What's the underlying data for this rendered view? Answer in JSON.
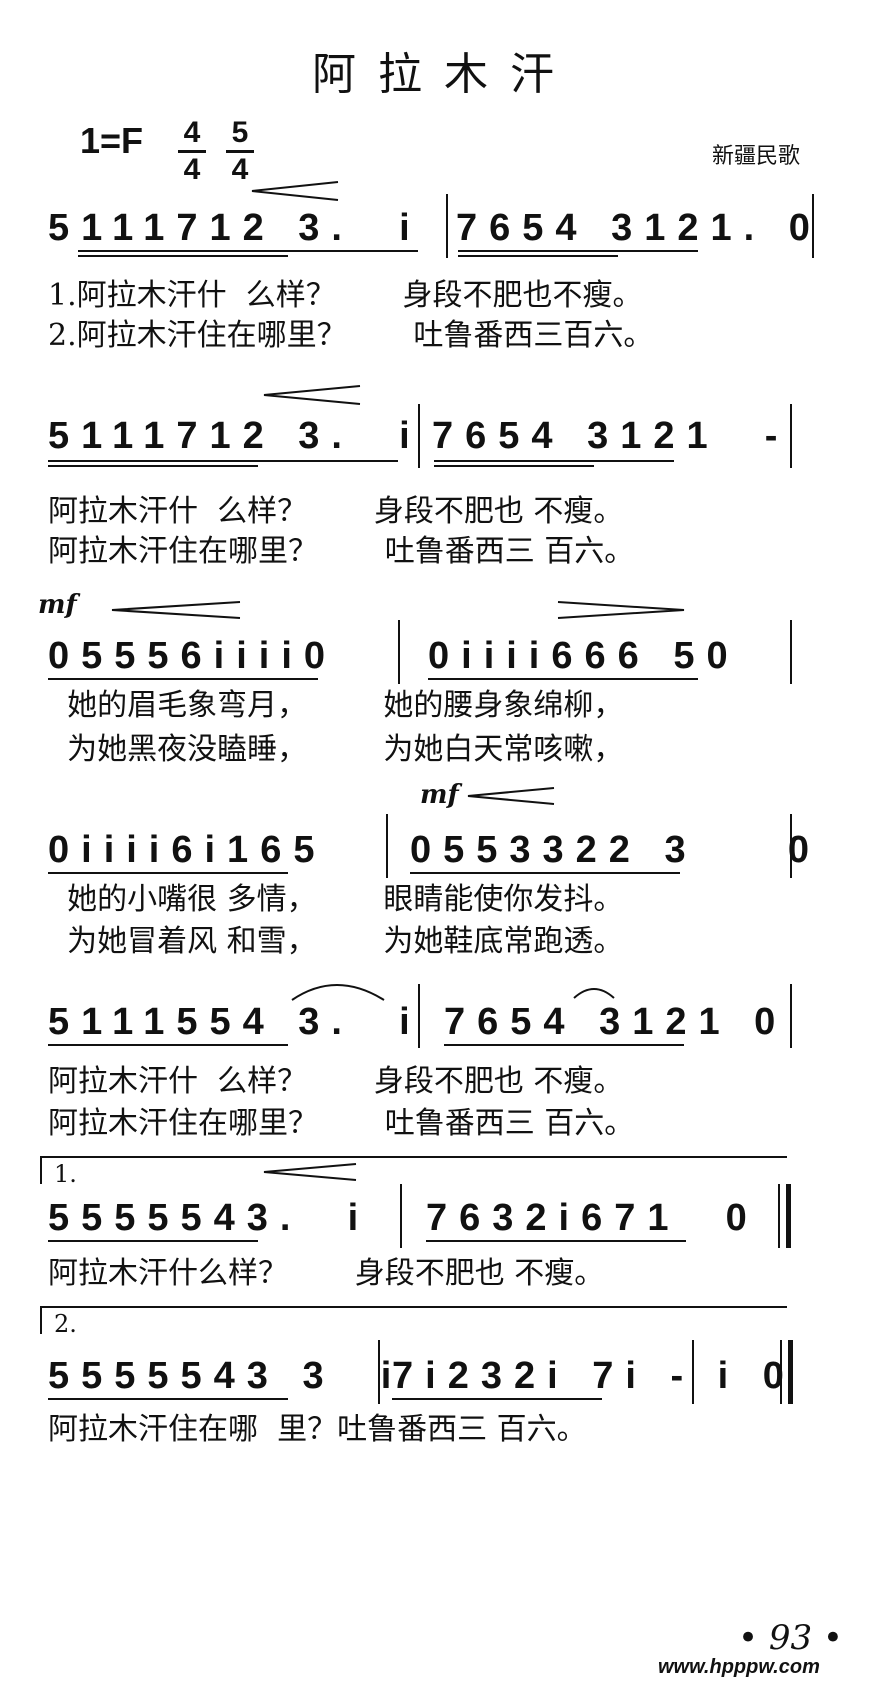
{
  "title": "阿拉木汗",
  "key": "1=F",
  "time_signatures": [
    {
      "top": "4",
      "bottom": "4"
    },
    {
      "top": "5",
      "bottom": "4"
    }
  ],
  "origin": "新疆民歌",
  "systems": [
    {
      "notes_a": "5111712 3.  i",
      "notes_b": "7654 3121. 0",
      "lyrics": [
        "1.阿拉木汗什  么样？       身段不肥也不瘦。",
        "2.阿拉木汗住在哪里？       吐鲁番西三百六。"
      ]
    },
    {
      "notes_a": "5111712 3.  i",
      "notes_b": "7654 3121  -",
      "lyrics": [
        "阿拉木汗什  么样？       身段不肥也 不瘦。",
        "阿拉木汗住在哪里？       吐鲁番西三 百六。"
      ]
    },
    {
      "dynamic": "mf",
      "notes_a": "05556iiii0",
      "notes_b": "0iiii666 50",
      "lyrics": [
        "  她的眉毛象弯月，        她的腰身象绵柳，",
        "  为她黑夜没瞌睡，        为她白天常咳嗽，"
      ]
    },
    {
      "dynamic": "mf",
      "notes_a": "0iiii6i165",
      "notes_b": "0553322 3    0",
      "lyrics": [
        "  她的小嘴很 多情，       眼睛能使你发抖。",
        "  为她冒着风 和雪，       为她鞋底常跑透。"
      ]
    },
    {
      "notes_a": "5111554 3.  i",
      "notes_b": "7654 3121 0",
      "lyrics": [
        "阿拉木汗什  么样？       身段不肥也 不瘦。",
        "阿拉木汗住在哪里？       吐鲁番西三 百六。"
      ]
    },
    {
      "volta": "1.",
      "notes_a": "5555543.  i",
      "notes_b": "7632i671  0",
      "lyrics": [
        "阿拉木汗什么样？       身段不肥也 不瘦。"
      ]
    },
    {
      "volta": "2.",
      "notes_a": "5555543 3  i",
      "notes_b": "7i232i 7i - i 0",
      "lyrics": [
        "阿拉木汗住在哪  里？吐鲁番西三 百六。"
      ]
    }
  ],
  "page_number": "• 93 •",
  "footer": "www.hpppw.com"
}
